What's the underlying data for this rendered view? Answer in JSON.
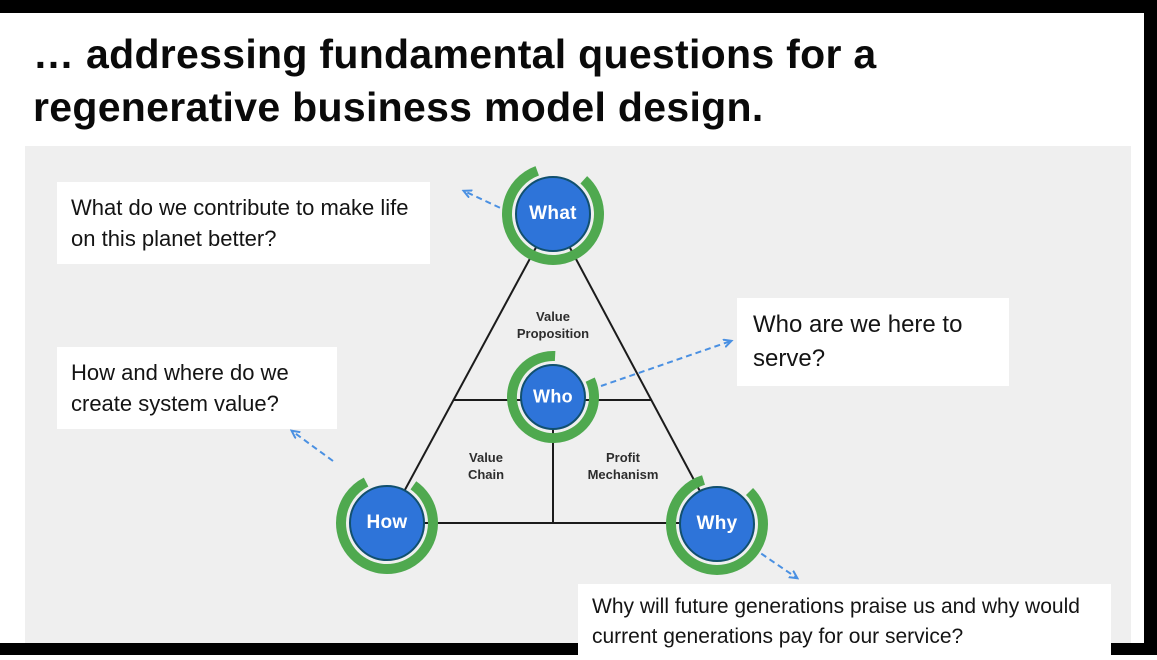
{
  "slide": {
    "title_line1": "… addressing fundamental questions for a",
    "title_line2": "regenerative business model design."
  },
  "diagram": {
    "nodes": {
      "what": "What",
      "who": "Who",
      "how": "How",
      "why": "Why"
    },
    "sections": {
      "value_proposition": "Value Proposition",
      "value_chain": "Value Chain",
      "profit_mechanism": "Profit Mechanism"
    },
    "callouts": {
      "what": "What do we contribute to make life on this planet better?",
      "who": "Who are we here to serve?",
      "how": "How and where do we create system value?",
      "why": "Why will future generations praise us and why would current generations pay for our service?"
    }
  },
  "colors": {
    "node_blue": "#2e74d9",
    "node_edge": "#11506e",
    "loop_green": "#4fa94f",
    "arrow_blue": "#4a90e2",
    "panel_gray": "#efefef",
    "line_black": "#1b1b1b"
  }
}
